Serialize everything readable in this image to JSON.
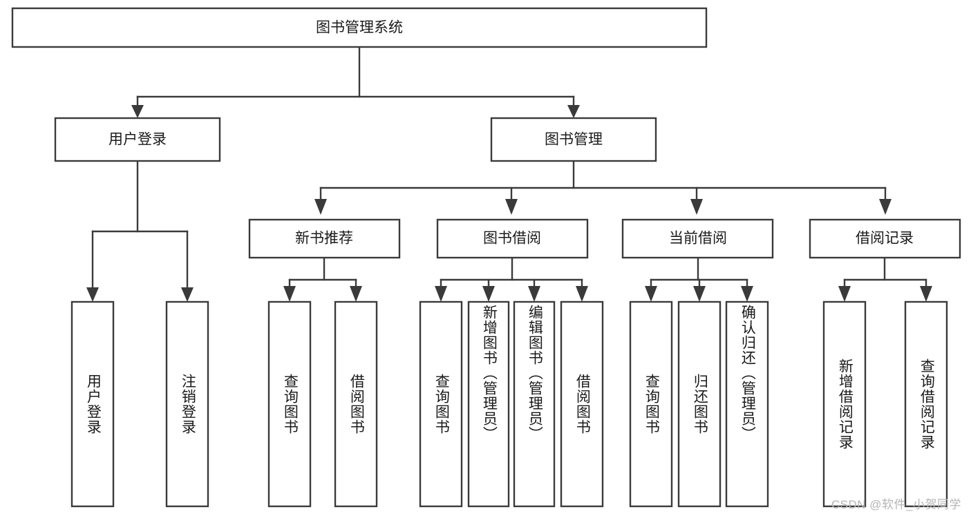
{
  "diagram": {
    "type": "tree-hierarchy-chart",
    "title": "图书管理系统",
    "orientation": "top-down",
    "colors": {
      "box_stroke": "#3a3a3a",
      "box_fill": "#ffffff",
      "text": "#1a1a1a",
      "background": "#ffffff",
      "watermark": "#b5b5b5"
    },
    "levels": {
      "root": {
        "label": "图书管理系统"
      },
      "level2": [
        {
          "label": "用户登录"
        },
        {
          "label": "图书管理"
        }
      ],
      "level3": [
        {
          "label": "新书推荐"
        },
        {
          "label": "图书借阅"
        },
        {
          "label": "当前借阅"
        },
        {
          "label": "借阅记录"
        }
      ],
      "leaves": [
        {
          "label": "用户登录",
          "parent": "用户登录"
        },
        {
          "label": "注销登录",
          "parent": "用户登录"
        },
        {
          "label": "查询图书",
          "parent": "新书推荐"
        },
        {
          "label": "借阅图书",
          "parent": "新书推荐"
        },
        {
          "label": "查询图书",
          "parent": "图书借阅"
        },
        {
          "label": "新增图书（管理员）",
          "parent": "图书借阅"
        },
        {
          "label": "编辑图书（管理员）",
          "parent": "图书借阅"
        },
        {
          "label": "借阅图书",
          "parent": "图书借阅"
        },
        {
          "label": "查询图书",
          "parent": "当前借阅"
        },
        {
          "label": "归还图书",
          "parent": "当前借阅"
        },
        {
          "label": "确认归还（管理员）",
          "parent": "当前借阅"
        },
        {
          "label": "新增借阅记录",
          "parent": "借阅记录"
        },
        {
          "label": "查询借阅记录",
          "parent": "借阅记录"
        }
      ]
    }
  },
  "watermark": {
    "text": "CSDN @软件_小贺同学"
  }
}
